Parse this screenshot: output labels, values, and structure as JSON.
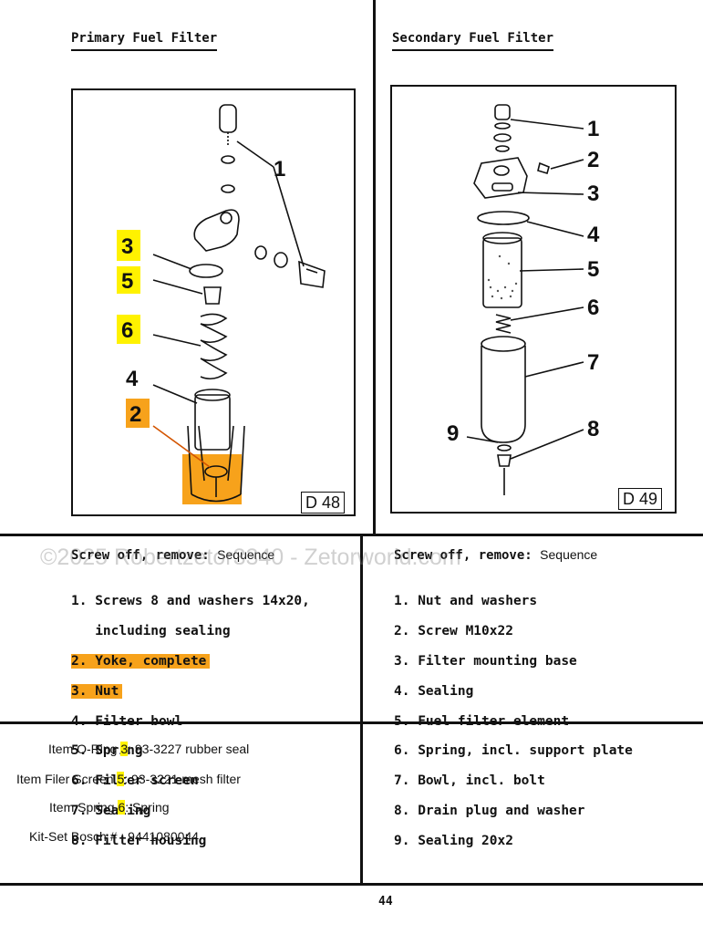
{
  "headings": {
    "left": "Primary Fuel Filter",
    "right": "Secondary Fuel Filter"
  },
  "figures": {
    "left": {
      "label": "D 48",
      "callouts": [
        "1",
        "3",
        "5",
        "6",
        "4",
        "2"
      ],
      "callout_colors": {
        "3": "#fff200",
        "5": "#fff200",
        "6": "#fff200",
        "2": "#f7a21b"
      }
    },
    "right": {
      "label": "D 49",
      "callouts": [
        "1",
        "2",
        "3",
        "4",
        "5",
        "6",
        "7",
        "9",
        "8"
      ]
    }
  },
  "sequence": {
    "left": {
      "prefix": "Screw off, remove:",
      "suffix": "Sequence",
      "items": [
        "1. Screws 8 and washers 14x20,",
        "   including sealing",
        "2. Yoke, complete",
        "3. Nut",
        "4. Filter bowl",
        "5. Spring",
        "6. Filter screen",
        "7. Sealing",
        "8. Filter housing"
      ]
    },
    "right": {
      "prefix": "Screw off, remove:",
      "suffix": "Sequence",
      "items": [
        "1. Nut and washers",
        "2. Screw M10x22",
        "3. Filter mounting base",
        "4. Sealing",
        "5. Fuel filter element",
        "6. Spring, incl. support plate",
        "7. Bowl, incl. bolt",
        "8. Drain plug and washer",
        "9. Sealing 20x2"
      ]
    }
  },
  "notes": [
    {
      "before": "Item O-Ring ",
      "num": "3",
      "after": ": 93-3227 rubber seal"
    },
    {
      "before": "Item Filer Screen ",
      "num": "5",
      "after": ": 93-3221 mesh filter"
    },
    {
      "before": "Item Spring ",
      "num": "6",
      "after": ": Spring"
    },
    {
      "before": "Kit-Set Bosch # : 9441080044",
      "num": "",
      "after": ""
    }
  ],
  "watermark": "©2025 Robertzetor3340 - Zetorworld.com",
  "page_number": "44",
  "colors": {
    "yellow_highlight": "#fff200",
    "orange_highlight": "#f7a21b"
  }
}
